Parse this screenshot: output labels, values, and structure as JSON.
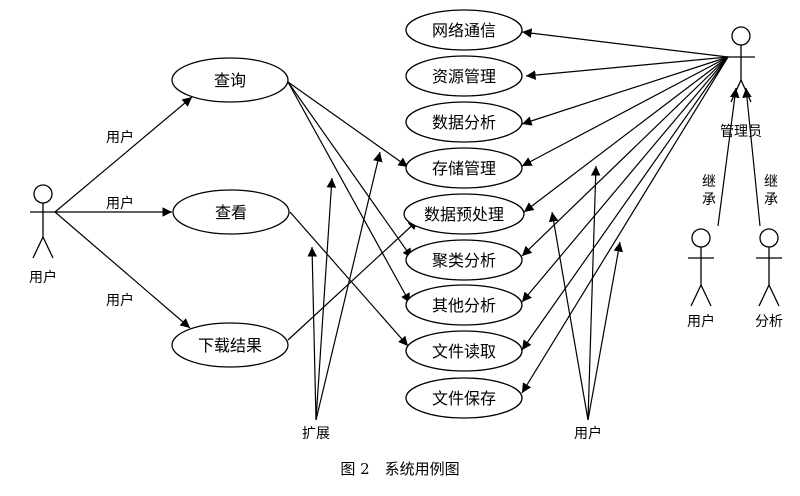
{
  "diagram": {
    "caption": "图 2　系统用例图",
    "actors": {
      "user_left": "用户",
      "admin": "管理员",
      "admin_child_user": "用户",
      "admin_child_analyst": "分析",
      "extend_label": "扩展",
      "user_bottom": "用户"
    },
    "edge_labels": {
      "user_query": "用户",
      "user_view": "用户",
      "user_download": "用户",
      "inherit_left": "继承",
      "inherit_right": "继承"
    },
    "left_use_cases": [
      "查询",
      "查看",
      "下载结果"
    ],
    "right_use_cases": [
      "网络通信",
      "资源管理",
      "数据分析",
      "存储管理",
      "数据预处理",
      "聚类分析",
      "其他分析",
      "文件读取",
      "文件保存"
    ]
  }
}
